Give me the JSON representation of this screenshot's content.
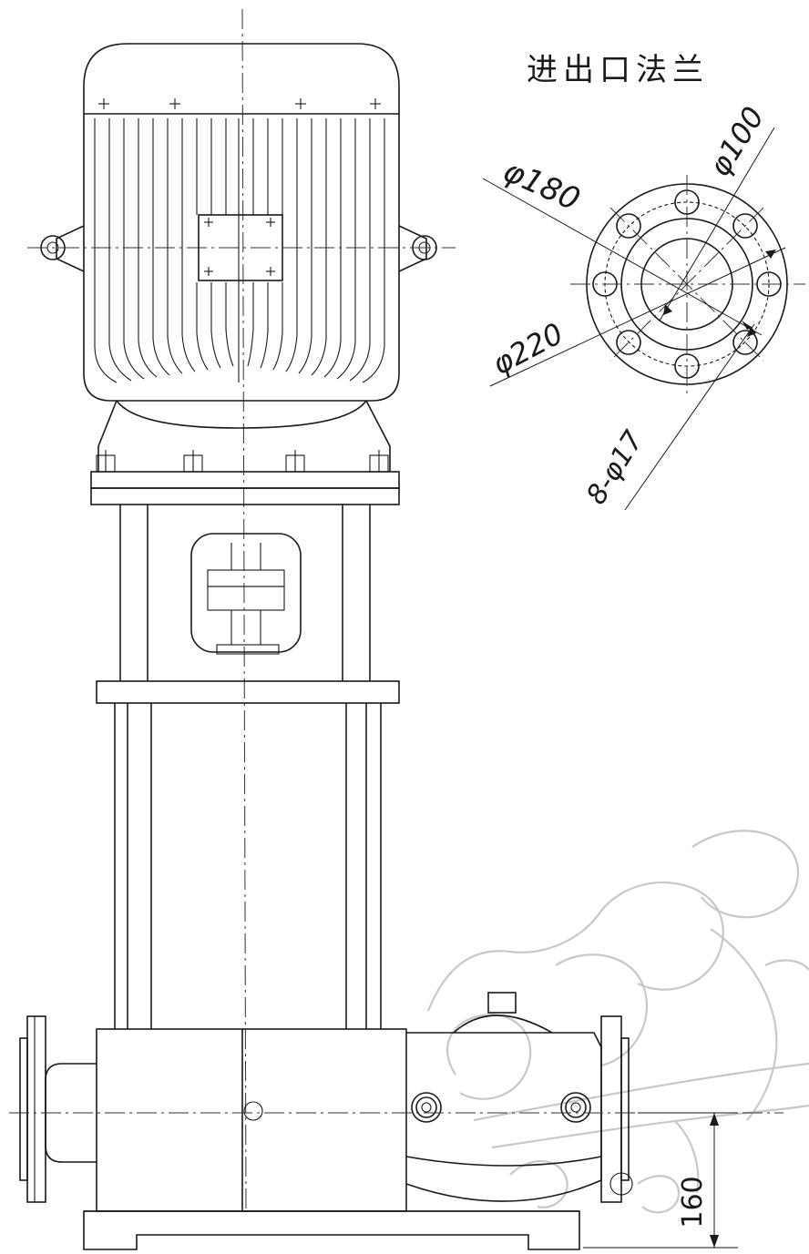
{
  "flange_title": "进出口法兰",
  "dimensions": {
    "d_bolt_circle": "φ180",
    "d_bore": "φ100",
    "d_outer": "φ220",
    "bolt_holes": "8-φ17",
    "inlet_height": "160"
  },
  "colors": {
    "line": "#1a1a1a",
    "watermark": "#c8c8c8",
    "background": "#ffffff"
  }
}
